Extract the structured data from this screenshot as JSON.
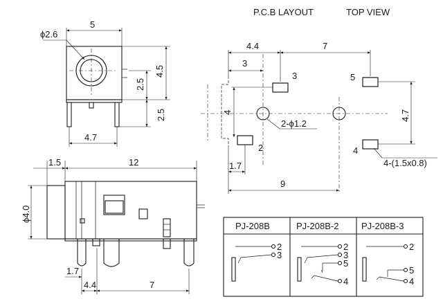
{
  "header": {
    "layout": "P.C.B LAYOUT",
    "view": "TOP VIEW"
  },
  "front_view": {
    "dia": "ϕ2.6",
    "width": "5",
    "h1": "4.5",
    "h2": "2.5",
    "h3": "2.5",
    "bottom": "4.7"
  },
  "pcb": {
    "d_4_4": "4.4",
    "d_7": "7",
    "d_3": "3",
    "d_4": "4",
    "d_4_7": "4.7",
    "d_1_7": "1.7",
    "d_9": "9",
    "hole_note": "2-ϕ1.2",
    "pad_note": "4-(1.5x0.8)",
    "pin2": "2",
    "pin3": "3",
    "pin4": "4",
    "pin5": "5"
  },
  "side_view": {
    "d_1_5": "1.5",
    "d_12": "12",
    "dia": "ϕ4.0",
    "d_1_7": "1.7",
    "d_4_4": "4.4",
    "d_7": "7"
  },
  "table": {
    "headers": [
      "PJ-208B",
      "PJ-208B-2",
      "PJ-208B-3"
    ],
    "pins_col1": [
      "2",
      "3"
    ],
    "pins_col2": [
      "2",
      "3",
      "5",
      "4"
    ],
    "pins_col3": [
      "2",
      "5",
      "4"
    ]
  }
}
